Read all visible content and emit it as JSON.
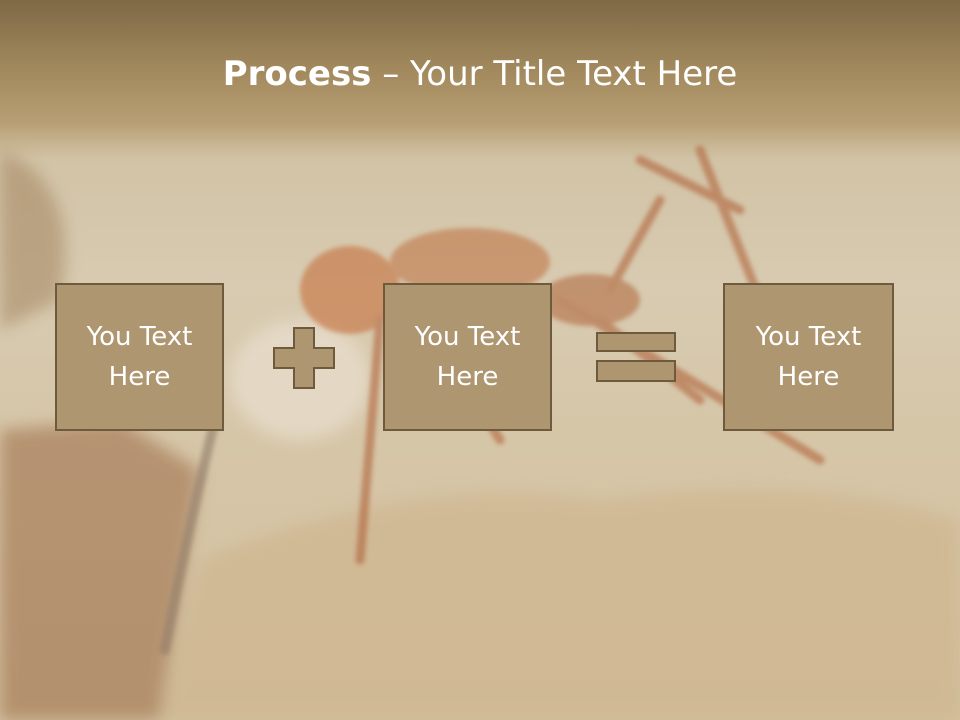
{
  "slide": {
    "title_bold": "Process",
    "title_rest": " – Your Title Text Here",
    "boxes": [
      {
        "text": "You Text\nHere"
      },
      {
        "text": "You Text\nHere"
      },
      {
        "text": "You Text\nHere"
      }
    ],
    "operators": [
      "plus-icon",
      "equals-icon"
    ],
    "colors": {
      "box_fill": "#ad9670",
      "box_border": "#6e5b3e",
      "title_band": "#7e6846",
      "text": "#ffffff"
    },
    "background": "ant-photo"
  }
}
